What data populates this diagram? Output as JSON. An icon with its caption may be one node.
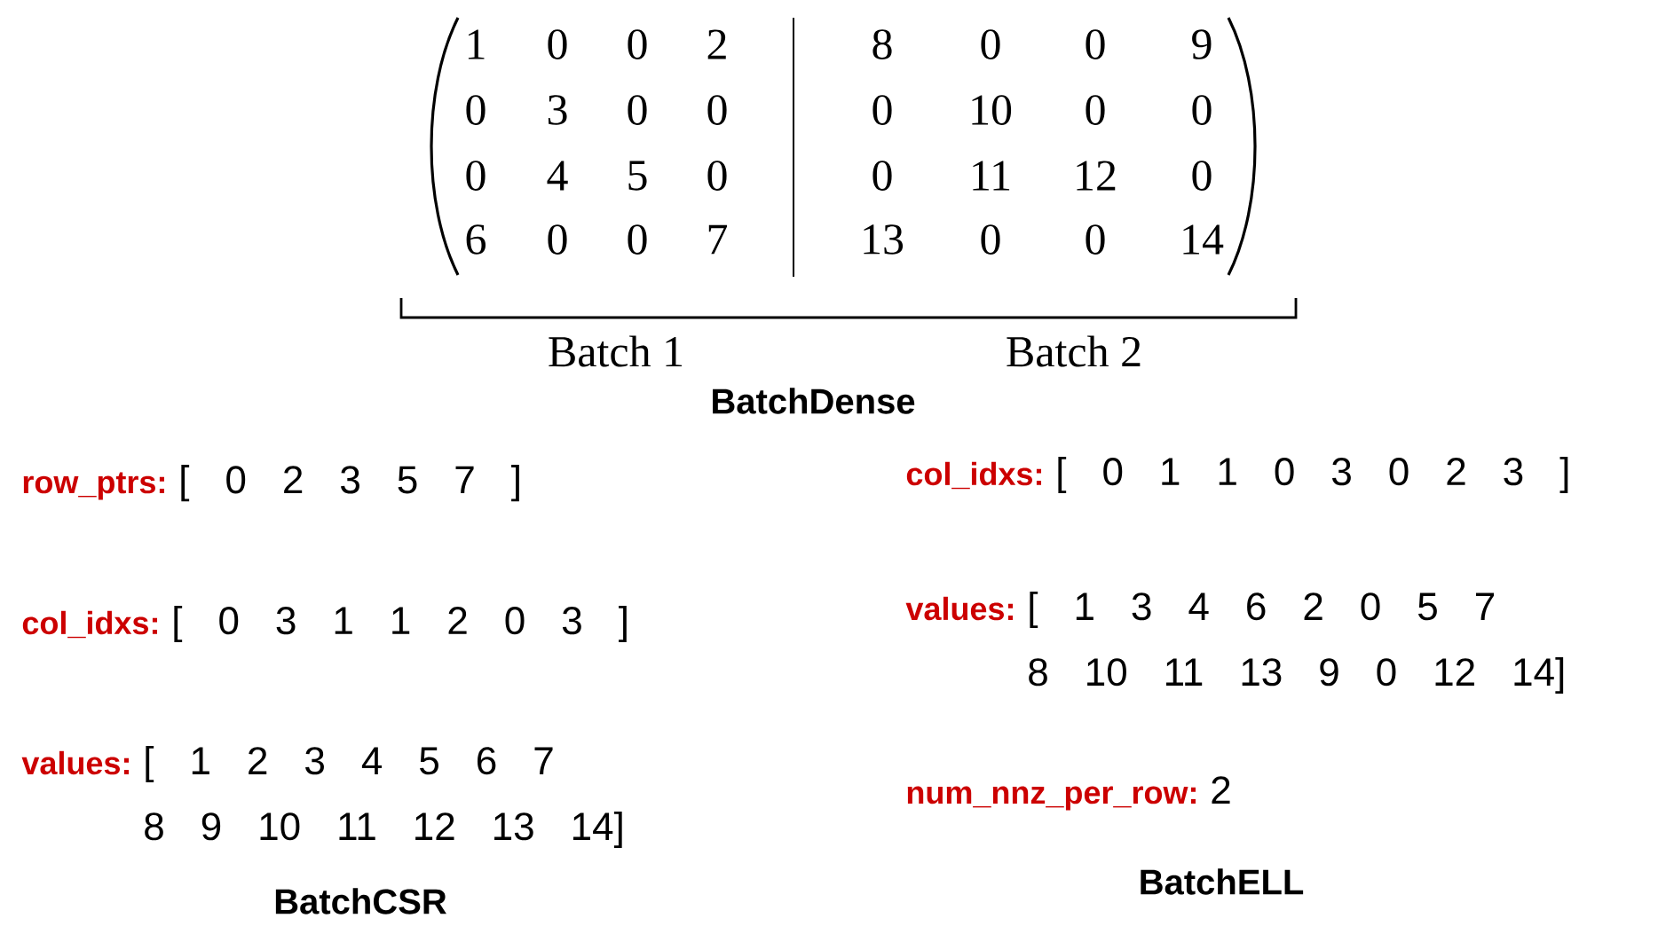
{
  "diagram": {
    "labels": [
      "1",
      "0",
      "0",
      "2",
      "8",
      "0",
      "0",
      "9",
      "0",
      "3",
      "0",
      "0",
      "0",
      "10",
      "0",
      "0",
      "0",
      "4",
      "5",
      "0",
      "0",
      "11",
      "12",
      "0",
      "6",
      "0",
      "0",
      "7",
      "13",
      "0",
      "0",
      "14",
      "Batch 1",
      "Batch 2",
      "BatchDense",
      "row_ptrs:",
      "[ 0 2 3 5 7 ]",
      "col_idxs:",
      "[ 0 3 1 1 2 0 3 ]",
      "values:",
      "[ 1 2 3 4 5 6 7 8 9 10 11 12 13 14]",
      "BatchCSR",
      "col_idxs:",
      "[ 0 1 1 0 3 0 2 3 ]",
      "values:",
      "[ 1 3 4 6 2 0 5 7 8 10 11 13 9 0 12 14]",
      "num_nnz_per_row:",
      "2",
      "BatchELL"
    ]
  }
}
